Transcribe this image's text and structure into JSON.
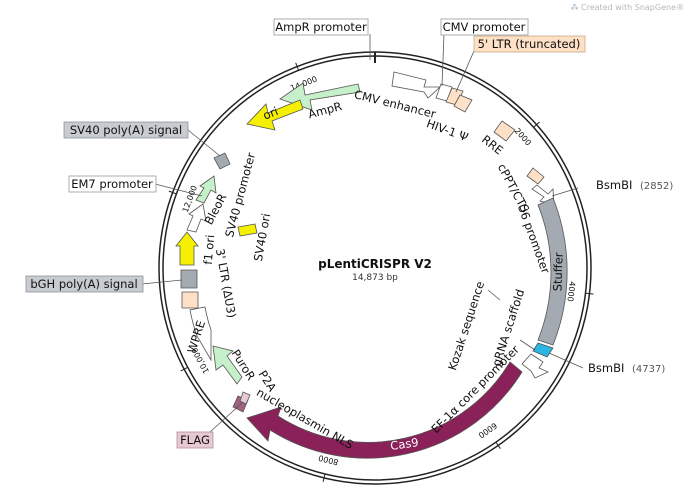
{
  "watermark": "Created with SnapGene®",
  "plasmid": {
    "name": "pLentiCRISPR V2",
    "size_label": "14,873 bp",
    "total_bp": 14873
  },
  "ticks": [
    {
      "bp": 2000,
      "label": "2000"
    },
    {
      "bp": 4000,
      "label": "4000"
    },
    {
      "bp": 6000,
      "label": "6000"
    },
    {
      "bp": 8000,
      "label": "8000"
    },
    {
      "bp": 10000,
      "label": "10,000"
    },
    {
      "bp": 12000,
      "label": "12,000"
    },
    {
      "bp": 14000,
      "label": "14,000"
    }
  ],
  "features": [
    {
      "id": "ampr-promoter",
      "label": "AmpR promoter",
      "type": "callout",
      "color": "#ffffff"
    },
    {
      "id": "cmv-promoter",
      "label": "CMV promoter",
      "type": "callout",
      "color": "#ffffff"
    },
    {
      "id": "5-ltr",
      "label": "5' LTR (truncated)",
      "type": "callout",
      "color": "#fde0c5"
    },
    {
      "id": "sv40-polya",
      "label": "SV40 poly(A) signal",
      "type": "callout",
      "color": "#c8cbd0"
    },
    {
      "id": "em7-promoter",
      "label": "EM7 promoter",
      "type": "callout",
      "color": "#ffffff"
    },
    {
      "id": "bgh-polya",
      "label": "bGH poly(A) signal",
      "type": "callout",
      "color": "#c8cbd0"
    },
    {
      "id": "flag",
      "label": "FLAG",
      "type": "callout",
      "color": "#e7c8d3"
    },
    {
      "id": "cmv-enhancer",
      "label": "CMV enhancer",
      "color": "#ffffff"
    },
    {
      "id": "hiv-psi",
      "label": "HIV-1 Ψ",
      "color": "#fde0c5"
    },
    {
      "id": "rre",
      "label": "RRE",
      "color": "#fde0c5"
    },
    {
      "id": "cppt",
      "label": "cPPT/CTS",
      "color": "#fde0c5"
    },
    {
      "id": "u6",
      "label": "U6 promoter",
      "color": "#ffffff"
    },
    {
      "id": "stuffer",
      "label": "Stuffer",
      "color": "#a4aab2"
    },
    {
      "id": "grna-scaffold",
      "label": "gRNA scaffold",
      "color": "#29b6e0"
    },
    {
      "id": "kozak",
      "label": "Kozak sequence",
      "color": "#ffffff"
    },
    {
      "id": "ef1a",
      "label": "EF-1α core promoter",
      "color": "#ffffff"
    },
    {
      "id": "cas9",
      "label": "Cas9",
      "color": "#8b2159"
    },
    {
      "id": "nls",
      "label": "nucleoplasmin NLS",
      "color": "#8b2159"
    },
    {
      "id": "p2a",
      "label": "P2A",
      "color": "#8b2159"
    },
    {
      "id": "puror",
      "label": "PuroR",
      "color": "#c5f0c9"
    },
    {
      "id": "wpre",
      "label": "WPRE",
      "color": "#ffffff"
    },
    {
      "id": "3-ltr",
      "label": "3' LTR (ΔU3)",
      "color": "#fde0c5"
    },
    {
      "id": "f1-ori",
      "label": "f1 ori",
      "color": "#f5f000"
    },
    {
      "id": "sv40-promoter",
      "label": "SV40 promoter",
      "color": "#ffffff"
    },
    {
      "id": "sv40-ori",
      "label": "SV40 ori",
      "color": "#f5f000"
    },
    {
      "id": "bleor",
      "label": "BleoR",
      "color": "#c5f0c9"
    },
    {
      "id": "ori",
      "label": "ori",
      "color": "#f5f000"
    },
    {
      "id": "ampr",
      "label": "AmpR",
      "color": "#c5f0c9"
    }
  ],
  "restriction_sites": [
    {
      "name": "BsmBI",
      "position": "(2852)"
    },
    {
      "name": "BsmBI",
      "position": "(4737)"
    }
  ],
  "colors": {
    "backbone": "#333333",
    "promoter": "#ffffff",
    "ltr": "#fde0c5",
    "polya": "#a4aab2",
    "origin": "#f5f000",
    "marker": "#c5f0c9",
    "cas9": "#8b2159"
  }
}
